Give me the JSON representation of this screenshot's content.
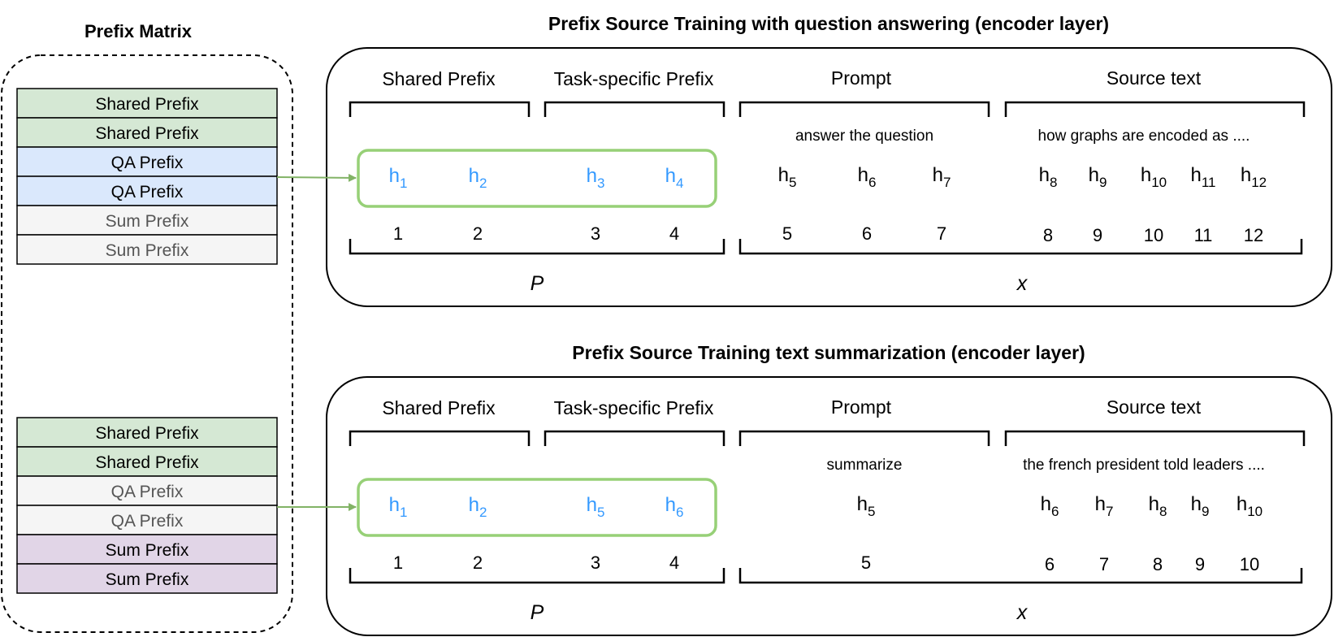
{
  "prefix_matrix": {
    "title": "Prefix Matrix",
    "top_rows": [
      {
        "label": "Shared Prefix",
        "fill": "#d5e8d4",
        "text": "#000000"
      },
      {
        "label": "Shared Prefix",
        "fill": "#d5e8d4",
        "text": "#000000"
      },
      {
        "label": "QA Prefix",
        "fill": "#dae8fc",
        "text": "#000000"
      },
      {
        "label": "QA Prefix",
        "fill": "#dae8fc",
        "text": "#000000"
      },
      {
        "label": "Sum Prefix",
        "fill": "#f5f5f5",
        "text": "#555555"
      },
      {
        "label": "Sum Prefix",
        "fill": "#f5f5f5",
        "text": "#555555"
      }
    ],
    "bottom_rows": [
      {
        "label": "Shared Prefix",
        "fill": "#d5e8d4",
        "text": "#000000"
      },
      {
        "label": "Shared Prefix",
        "fill": "#d5e8d4",
        "text": "#000000"
      },
      {
        "label": "QA Prefix",
        "fill": "#f5f5f5",
        "text": "#555555"
      },
      {
        "label": "QA Prefix",
        "fill": "#f5f5f5",
        "text": "#555555"
      },
      {
        "label": "Sum Prefix",
        "fill": "#e1d5e7",
        "text": "#000000"
      },
      {
        "label": "Sum Prefix",
        "fill": "#e1d5e7",
        "text": "#000000"
      }
    ]
  },
  "panels": [
    {
      "title": "Prefix Source Training  with question answering (encoder layer)",
      "headers": {
        "shared": "Shared Prefix",
        "task": "Task-specific Prefix",
        "prompt": "Prompt",
        "source": "Source text"
      },
      "prompt_text": "answer the question",
      "source_text": "how graphs are encoded as ....",
      "prefix_tokens": [
        {
          "base": "h",
          "sub": "1"
        },
        {
          "base": "h",
          "sub": "2"
        },
        {
          "base": "h",
          "sub": "3"
        },
        {
          "base": "h",
          "sub": "4"
        }
      ],
      "prefix_positions": [
        "1",
        "2",
        "3",
        "4"
      ],
      "prompt_tokens": [
        {
          "base": "h",
          "sub": "5"
        },
        {
          "base": "h",
          "sub": "6"
        },
        {
          "base": "h",
          "sub": "7"
        }
      ],
      "prompt_positions": [
        "5",
        "6",
        "7"
      ],
      "source_tokens": [
        {
          "base": "h",
          "sub": "8"
        },
        {
          "base": "h",
          "sub": "9"
        },
        {
          "base": "h",
          "sub": "10"
        },
        {
          "base": "h",
          "sub": "11"
        },
        {
          "base": "h",
          "sub": "12"
        }
      ],
      "source_positions": [
        "8",
        "9",
        "10",
        "11",
        "12"
      ],
      "p_label": "P",
      "x_label": "x"
    },
    {
      "title": "Prefix Source Training text summarization (encoder layer)",
      "headers": {
        "shared": "Shared Prefix",
        "task": "Task-specific Prefix",
        "prompt": "Prompt",
        "source": "Source text"
      },
      "prompt_text": "summarize",
      "source_text": "the french president told leaders ....",
      "prefix_tokens": [
        {
          "base": "h",
          "sub": "1"
        },
        {
          "base": "h",
          "sub": "2"
        },
        {
          "base": "h",
          "sub": "5"
        },
        {
          "base": "h",
          "sub": "6"
        }
      ],
      "prefix_positions": [
        "1",
        "2",
        "3",
        "4"
      ],
      "prompt_tokens": [
        {
          "base": "h",
          "sub": "5"
        }
      ],
      "prompt_positions": [
        "5"
      ],
      "source_tokens": [
        {
          "base": "h",
          "sub": "6"
        },
        {
          "base": "h",
          "sub": "7"
        },
        {
          "base": "h",
          "sub": "8"
        },
        {
          "base": "h",
          "sub": "9"
        },
        {
          "base": "h",
          "sub": "10"
        }
      ],
      "source_positions": [
        "6",
        "7",
        "8",
        "9",
        "10"
      ],
      "p_label": "P",
      "x_label": "x"
    }
  ],
  "colors": {
    "prefix_token": "#3399ff",
    "prefix_box": "#97d077",
    "arrow": "#82b366",
    "stroke": "#000000"
  }
}
